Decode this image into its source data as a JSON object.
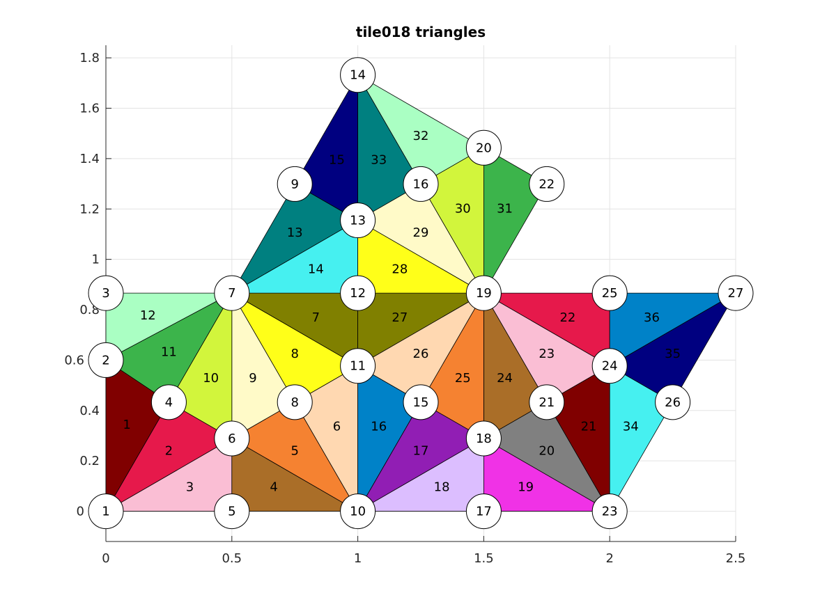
{
  "chart_data": {
    "type": "diagram",
    "title": "tile018 triangles",
    "xlim": [
      0,
      2.5
    ],
    "ylim": [
      -0.12,
      1.85
    ],
    "xticks": [
      0,
      0.5,
      1,
      1.5,
      2,
      2.5
    ],
    "xtick_labels": [
      "0",
      "0.5",
      "1",
      "1.5",
      "2",
      "2.5"
    ],
    "yticks": [
      0,
      0.2,
      0.4,
      0.6,
      0.8,
      1,
      1.2,
      1.4,
      1.6,
      1.8
    ],
    "ytick_labels": [
      "0",
      "0.2",
      "0.4",
      "0.6",
      "0.8",
      "1",
      "1.2",
      "1.4",
      "1.6",
      "1.8"
    ],
    "grid": true,
    "nodes": [
      {
        "id": "1",
        "x": 0,
        "y": 0
      },
      {
        "id": "2",
        "x": 0,
        "y": 0.6
      },
      {
        "id": "3",
        "x": 0,
        "y": 0.866
      },
      {
        "id": "4",
        "x": 0.25,
        "y": 0.433
      },
      {
        "id": "5",
        "x": 0.5,
        "y": 0
      },
      {
        "id": "6",
        "x": 0.5,
        "y": 0.289
      },
      {
        "id": "7",
        "x": 0.5,
        "y": 0.866
      },
      {
        "id": "8",
        "x": 0.75,
        "y": 0.433
      },
      {
        "id": "9",
        "x": 0.75,
        "y": 1.299
      },
      {
        "id": "10",
        "x": 1,
        "y": 0
      },
      {
        "id": "11",
        "x": 1,
        "y": 0.577
      },
      {
        "id": "12",
        "x": 1,
        "y": 0.866
      },
      {
        "id": "13",
        "x": 1,
        "y": 1.155
      },
      {
        "id": "14",
        "x": 1,
        "y": 1.732
      },
      {
        "id": "15",
        "x": 1.25,
        "y": 0.433
      },
      {
        "id": "16",
        "x": 1.25,
        "y": 1.299
      },
      {
        "id": "17",
        "x": 1.5,
        "y": 0
      },
      {
        "id": "18",
        "x": 1.5,
        "y": 0.289
      },
      {
        "id": "19",
        "x": 1.5,
        "y": 0.866
      },
      {
        "id": "20",
        "x": 1.5,
        "y": 1.443
      },
      {
        "id": "21",
        "x": 1.75,
        "y": 0.433
      },
      {
        "id": "22",
        "x": 1.75,
        "y": 1.299
      },
      {
        "id": "23",
        "x": 2,
        "y": 0
      },
      {
        "id": "24",
        "x": 2,
        "y": 0.577
      },
      {
        "id": "25",
        "x": 2,
        "y": 0.866
      },
      {
        "id": "26",
        "x": 2.25,
        "y": 0.433
      },
      {
        "id": "27",
        "x": 2.5,
        "y": 0.866
      }
    ],
    "triangles": [
      {
        "id": "1",
        "v": [
          1,
          2,
          4
        ],
        "color": "#800000"
      },
      {
        "id": "2",
        "v": [
          1,
          4,
          6
        ],
        "color": "#e6194b"
      },
      {
        "id": "3",
        "v": [
          1,
          6,
          5
        ],
        "color": "#fabed4"
      },
      {
        "id": "4",
        "v": [
          5,
          6,
          10
        ],
        "color": "#aa6e28"
      },
      {
        "id": "5",
        "v": [
          6,
          8,
          10
        ],
        "color": "#f58231"
      },
      {
        "id": "6",
        "v": [
          8,
          11,
          10
        ],
        "color": "#ffd8b1"
      },
      {
        "id": "7",
        "v": [
          7,
          12,
          11
        ],
        "color": "#808000"
      },
      {
        "id": "8",
        "v": [
          7,
          11,
          8
        ],
        "color": "#ffff19"
      },
      {
        "id": "9",
        "v": [
          7,
          8,
          6
        ],
        "color": "#fffac8"
      },
      {
        "id": "10",
        "v": [
          7,
          6,
          4
        ],
        "color": "#d2f53c"
      },
      {
        "id": "11",
        "v": [
          2,
          7,
          4
        ],
        "color": "#3cb44b"
      },
      {
        "id": "12",
        "v": [
          3,
          7,
          2
        ],
        "color": "#aaffc3"
      },
      {
        "id": "13",
        "v": [
          9,
          13,
          7
        ],
        "color": "#008080"
      },
      {
        "id": "14",
        "v": [
          7,
          13,
          12
        ],
        "color": "#46f0f0"
      },
      {
        "id": "15",
        "v": [
          9,
          14,
          13
        ],
        "color": "#000080"
      },
      {
        "id": "16",
        "v": [
          10,
          11,
          15
        ],
        "color": "#0082c8"
      },
      {
        "id": "17",
        "v": [
          10,
          15,
          18
        ],
        "color": "#911eb4"
      },
      {
        "id": "18",
        "v": [
          10,
          18,
          17
        ],
        "color": "#dcbeff"
      },
      {
        "id": "19",
        "v": [
          17,
          18,
          23
        ],
        "color": "#f032e6"
      },
      {
        "id": "20",
        "v": [
          18,
          21,
          23
        ],
        "color": "#808080"
      },
      {
        "id": "21",
        "v": [
          21,
          24,
          23
        ],
        "color": "#800000"
      },
      {
        "id": "22",
        "v": [
          19,
          25,
          24
        ],
        "color": "#e6194b"
      },
      {
        "id": "23",
        "v": [
          19,
          24,
          21
        ],
        "color": "#fabed4"
      },
      {
        "id": "24",
        "v": [
          19,
          21,
          18
        ],
        "color": "#aa6e28"
      },
      {
        "id": "25",
        "v": [
          19,
          18,
          15
        ],
        "color": "#f58231"
      },
      {
        "id": "26",
        "v": [
          11,
          19,
          15
        ],
        "color": "#ffd8b1"
      },
      {
        "id": "27",
        "v": [
          12,
          19,
          11
        ],
        "color": "#808000"
      },
      {
        "id": "28",
        "v": [
          13,
          19,
          12
        ],
        "color": "#ffff19"
      },
      {
        "id": "29",
        "v": [
          13,
          16,
          19
        ],
        "color": "#fffac8"
      },
      {
        "id": "30",
        "v": [
          16,
          20,
          19
        ],
        "color": "#d2f53c"
      },
      {
        "id": "31",
        "v": [
          20,
          22,
          19
        ],
        "color": "#3cb44b"
      },
      {
        "id": "32",
        "v": [
          14,
          20,
          16
        ],
        "color": "#aaffc3"
      },
      {
        "id": "33",
        "v": [
          14,
          16,
          13
        ],
        "color": "#008080"
      },
      {
        "id": "34",
        "v": [
          24,
          26,
          23
        ],
        "color": "#46f0f0"
      },
      {
        "id": "35",
        "v": [
          24,
          27,
          26
        ],
        "color": "#000080"
      },
      {
        "id": "36",
        "v": [
          25,
          27,
          24
        ],
        "color": "#0082c8"
      }
    ]
  }
}
